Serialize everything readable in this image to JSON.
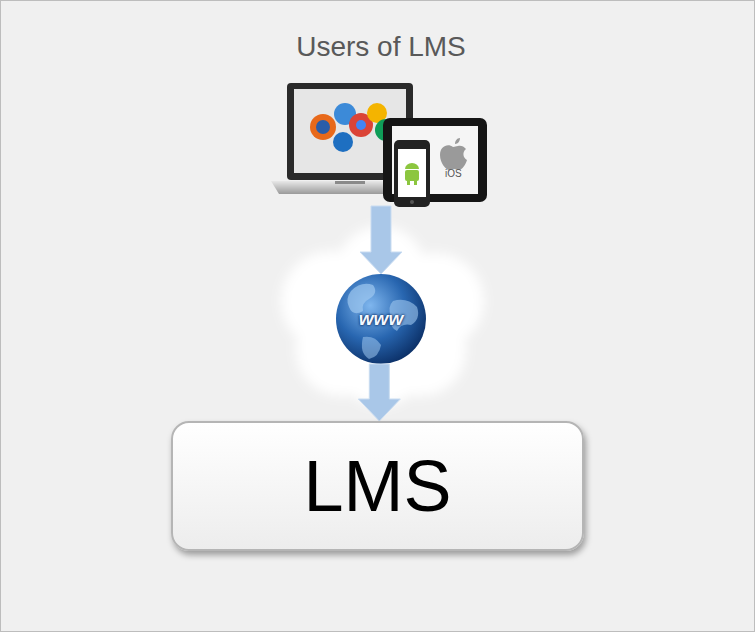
{
  "diagram": {
    "nodes": [
      {
        "text": [
          "Users of LMS"
        ]
      },
      {
        "text": [
          "www"
        ]
      },
      {
        "text": [
          "LMS"
        ]
      }
    ],
    "edges": [
      {
        "from": 0,
        "to": 1,
        "arrow": "to"
      },
      {
        "from": 1,
        "to": 2,
        "arrow": "to"
      }
    ],
    "labels": [
      "iOS"
    ]
  }
}
